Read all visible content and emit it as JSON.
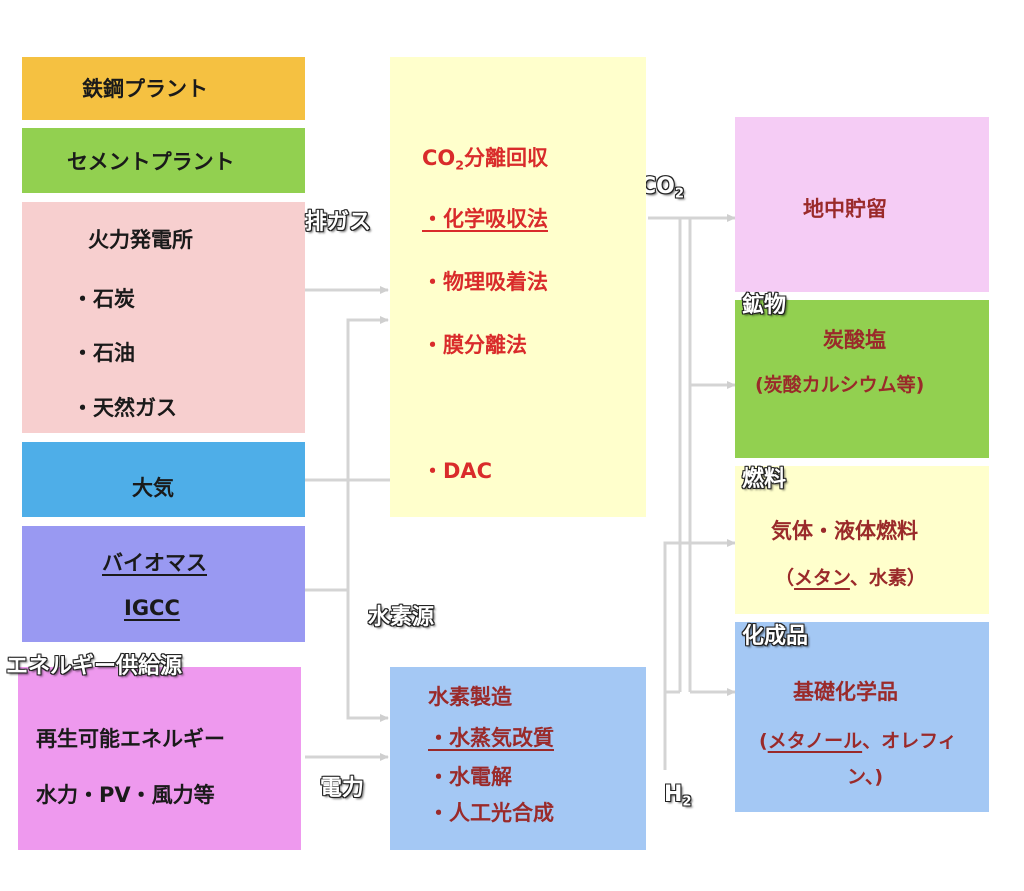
{
  "sources": {
    "steel": "鉄鋼プラント",
    "cement": "セメントプラント",
    "thermal": {
      "title": "火力発電所",
      "items": [
        "・石炭",
        "・石油",
        "・天然ガス"
      ]
    },
    "atmosphere": "大気",
    "biomass": {
      "line1": "バイオマス",
      "line2": "IGCC"
    },
    "energy_supply_label": "エネルギー供給源",
    "renewable": {
      "line1": "再生可能エネルギー",
      "line2": "水力・PV・風力等"
    }
  },
  "flow_labels": {
    "exhaust_gas": "排ガス",
    "hydrogen_source": "水素源",
    "electricity": "電力",
    "co2": "CO",
    "co2_sub": "2",
    "h2": "H",
    "h2_sub": "2"
  },
  "capture": {
    "title_prefix": "CO",
    "title_sub": "2",
    "title_suffix": "分離回収",
    "methods": [
      "・化学吸収法",
      "・物理吸着法",
      "・膜分離法"
    ],
    "dac": "・DAC"
  },
  "hydrogen": {
    "title": "水素製造",
    "methods": [
      "・水蒸気改質",
      "・水電解",
      "・人工光合成"
    ]
  },
  "uses": {
    "storage": "地中貯留",
    "minerals": {
      "label": "鉱物",
      "title": "炭酸塩",
      "sub": "(炭酸カルシウム等)"
    },
    "fuel": {
      "label": "燃料",
      "title": "気体・液体燃料",
      "sub_open": "（",
      "sub_link": "メタン",
      "sub_rest": "、水素）"
    },
    "chemicals": {
      "label": "化成品",
      "title": "基礎化学品",
      "sub1_open": "(",
      "sub1_link": "メタノール",
      "sub1_rest": "、オレフィ",
      "sub2": "ン、)"
    }
  },
  "colors": {
    "steel": "#f5c141",
    "cement": "#92d050",
    "thermal": "#f7cfcf",
    "atmosphere": "#4eaee8",
    "biomass": "#9999f2",
    "renewable": "#ee99ee",
    "capture": "#ffffcc",
    "hydrogen": "#a4c8f4",
    "storage": "#f5ccf5",
    "minerals": "#92d050",
    "fuel": "#ffffcc",
    "chemicals": "#a4c8f4"
  }
}
